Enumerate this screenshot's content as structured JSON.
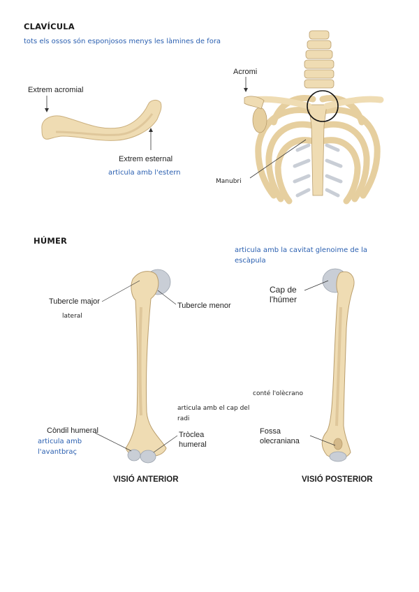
{
  "clavicle": {
    "heading": "CLAVÍCULA",
    "note": "tots els ossos són esponjosos menys les làmines de fora",
    "label_acromial": "Extrem acromial",
    "label_sternal": "Extrem esternal",
    "note_sternal": "articula amb l'estern",
    "label_acromi": "Acromi",
    "label_manubri": "Manubri"
  },
  "humerus": {
    "heading": "HÚMER",
    "note_glenoid": "articula amb la cavitat glenoime de la escàpula",
    "label_tubercle_major": "Tubercle major",
    "label_lateral": "lateral",
    "label_tubercle_menor": "Tubercle menor",
    "label_cap": "Cap de l'húmer",
    "label_olecrano": "conté l'olècrano",
    "note_radi": "articula amb el cap del radi",
    "label_condil": "Còndil humeral",
    "note_avantbrac": "articula amb l'avantbraç",
    "label_troclea": "Tròclea humeral",
    "label_fossa": "Fossa olecraniana",
    "view_anterior": "VISIÓ ANTERIOR",
    "view_posterior": "VISIÓ POSTERIOR"
  },
  "colors": {
    "bone": "#efdcb3",
    "bone_shadow": "#d4b98a",
    "cartilage": "#c9ced6",
    "note_blue": "#2a5fb0"
  }
}
